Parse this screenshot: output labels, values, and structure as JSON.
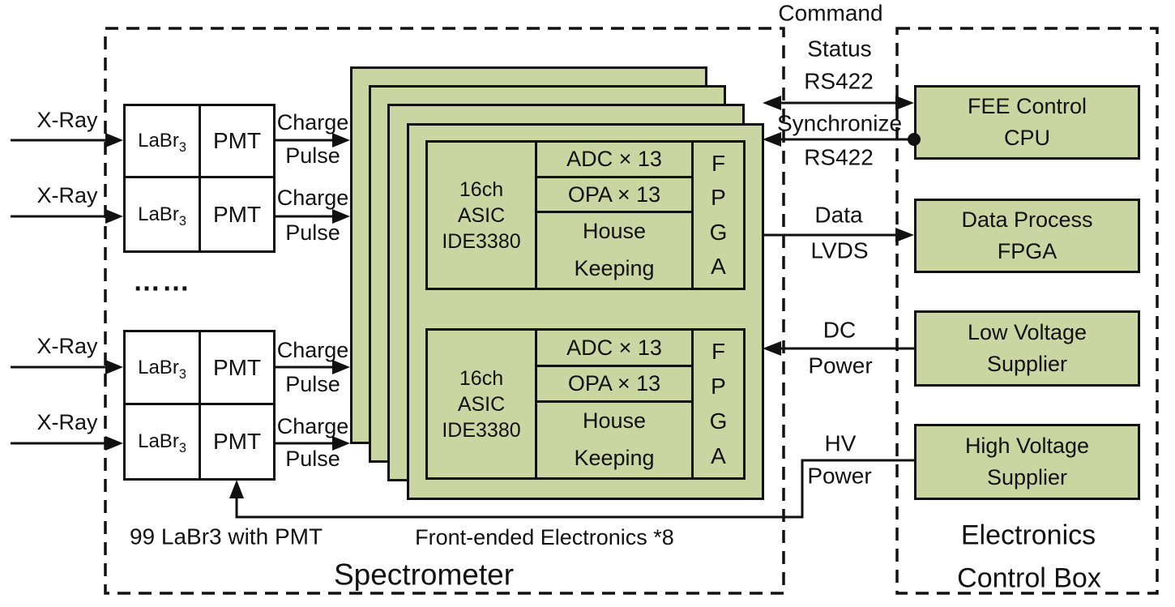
{
  "colors": {
    "green_fill": "#c9d6a2",
    "line": "#111111"
  },
  "captions": {
    "spectrometer": "Spectrometer",
    "detector_count": "99 LaBr3 with PMT",
    "fee_count": "Front-ended Electronics *8",
    "control_box_line1": "Electronics",
    "control_box_line2": "Control Box",
    "ellipsis": "……"
  },
  "detector_rows": [
    {
      "input_label": "X-Ray",
      "crystal": "LaBr",
      "crystal_subscript": "3",
      "tube": "PMT",
      "signal_line1": "Charge",
      "signal_line2": "Pulse"
    },
    {
      "input_label": "X-Ray",
      "crystal": "LaBr",
      "crystal_subscript": "3",
      "tube": "PMT",
      "signal_line1": "Charge",
      "signal_line2": "Pulse"
    },
    {
      "input_label": "X-Ray",
      "crystal": "LaBr",
      "crystal_subscript": "3",
      "tube": "PMT",
      "signal_line1": "Charge",
      "signal_line2": "Pulse"
    },
    {
      "input_label": "X-Ray",
      "crystal": "LaBr",
      "crystal_subscript": "3",
      "tube": "PMT",
      "signal_line1": "Charge",
      "signal_line2": "Pulse"
    }
  ],
  "asic_blocks": [
    {
      "chip_line1": "16ch",
      "chip_line2": "ASIC",
      "chip_line3": "IDE3380",
      "adc_row": "ADC × 13",
      "opa_row": "OPA × 13",
      "hk_line1": "House",
      "hk_line2": "Keeping",
      "fpga_letters": [
        "F",
        "P",
        "G",
        "A"
      ]
    },
    {
      "chip_line1": "16ch",
      "chip_line2": "ASIC",
      "chip_line3": "IDE3380",
      "adc_row": "ADC × 13",
      "opa_row": "OPA × 13",
      "hk_line1": "House",
      "hk_line2": "Keeping",
      "fpga_letters": [
        "F",
        "P",
        "G",
        "A"
      ]
    }
  ],
  "buses": {
    "command_status": {
      "line1": "Command",
      "line2": "Status",
      "line3": "RS422"
    },
    "synchronize": {
      "line1": "Synchronize",
      "line2": "RS422"
    },
    "data": {
      "line1": "Data",
      "line2": "LVDS"
    },
    "dc_power": {
      "line1": "DC",
      "line2": "Power"
    },
    "hv_power": {
      "line1": "HV",
      "line2": "Power"
    }
  },
  "control_units": [
    {
      "line1": "FEE Control",
      "line2": "CPU"
    },
    {
      "line1": "Data Process",
      "line2": "FPGA"
    },
    {
      "line1": "Low Voltage",
      "line2": "Supplier"
    },
    {
      "line1": "High Voltage",
      "line2": "Supplier"
    }
  ]
}
